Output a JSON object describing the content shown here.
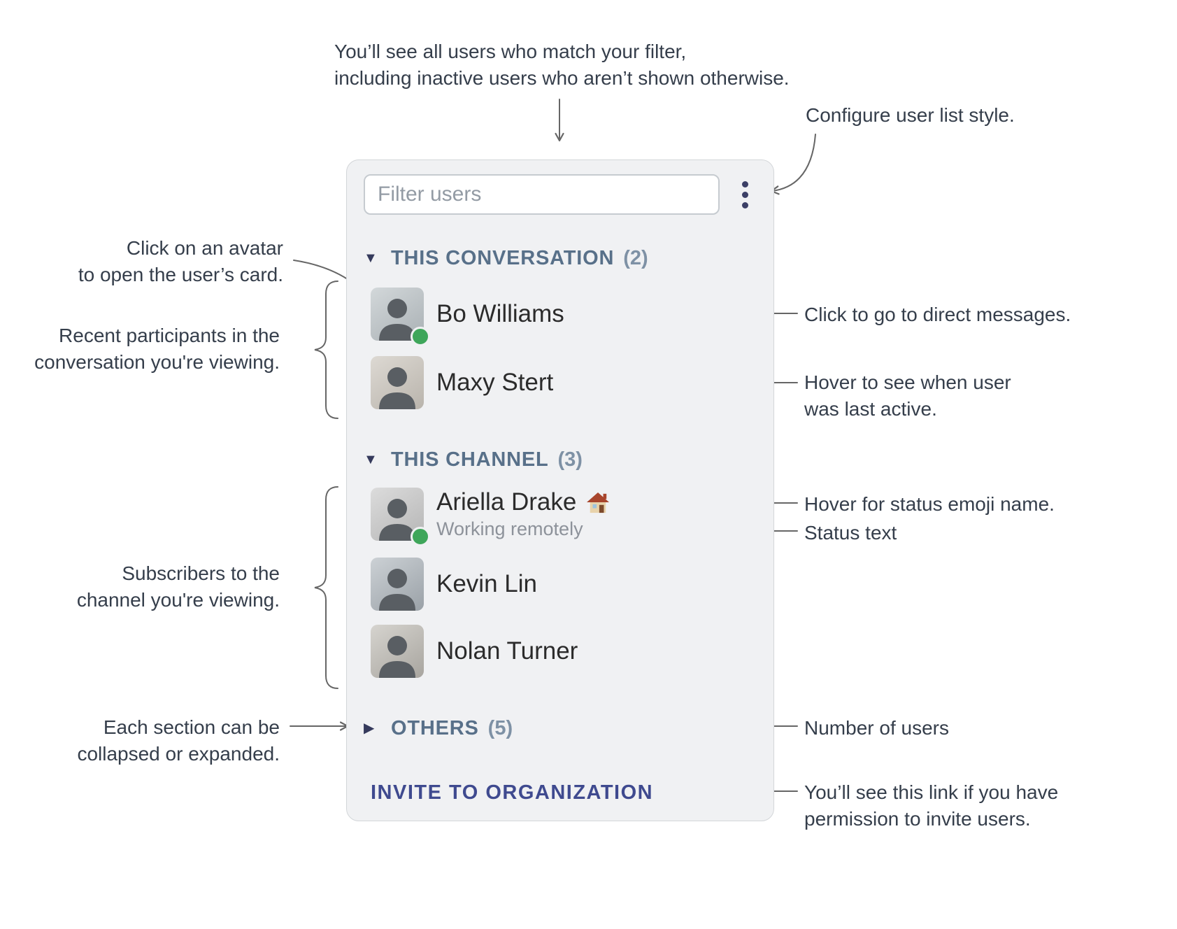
{
  "colors": {
    "panel_background": "#f0f1f3",
    "presence_green": "#3ea65a",
    "section_header_blue": "#587089",
    "invite_link_indigo": "#3f4a8f",
    "menu_icon_indigo": "#3b3f66"
  },
  "panel": {
    "filter": {
      "placeholder": "Filter users"
    },
    "menu_icon": "vertical-ellipsis",
    "sections": [
      {
        "label": "THIS CONVERSATION",
        "count": "(2)",
        "chevron": "▼",
        "state": "expanded",
        "users": [
          {
            "name": "Bo Williams",
            "online": true
          },
          {
            "name": "Maxy Stert",
            "online": false
          }
        ]
      },
      {
        "label": "THIS CHANNEL",
        "count": "(3)",
        "chevron": "▼",
        "state": "expanded",
        "users": [
          {
            "name": "Ariella Drake",
            "status_emoji_name": "house",
            "status_text": "Working remotely",
            "online": true
          },
          {
            "name": "Kevin Lin",
            "online": false
          },
          {
            "name": "Nolan Turner",
            "online": false
          }
        ]
      },
      {
        "label": "OTHERS",
        "count": "(5)",
        "chevron": "▶",
        "state": "collapsed",
        "users": []
      }
    ],
    "invite_link": "INVITE TO ORGANIZATION"
  },
  "annotations": {
    "filter_results": [
      "You’ll see all users who match your filter,",
      "including inactive users who aren’t shown otherwise."
    ],
    "configure_style": "Configure user list style.",
    "avatar_card": [
      "Click on an avatar",
      "to open the user’s card."
    ],
    "recent_participants": [
      "Recent participants in the",
      "conversation you're viewing."
    ],
    "direct_messages": "Click to go to direct messages.",
    "last_active": [
      "Hover to see when user",
      "was last active."
    ],
    "subscribers": [
      "Subscribers to the",
      "channel you're viewing."
    ],
    "status_emoji_name": "Hover for status emoji name.",
    "status_text": "Status text",
    "collapse_expand": [
      "Each section can be",
      "collapsed or expanded."
    ],
    "number_of_users": "Number of users",
    "invite_permission": [
      "You’ll see this link if you have",
      "permission to invite users."
    ]
  }
}
